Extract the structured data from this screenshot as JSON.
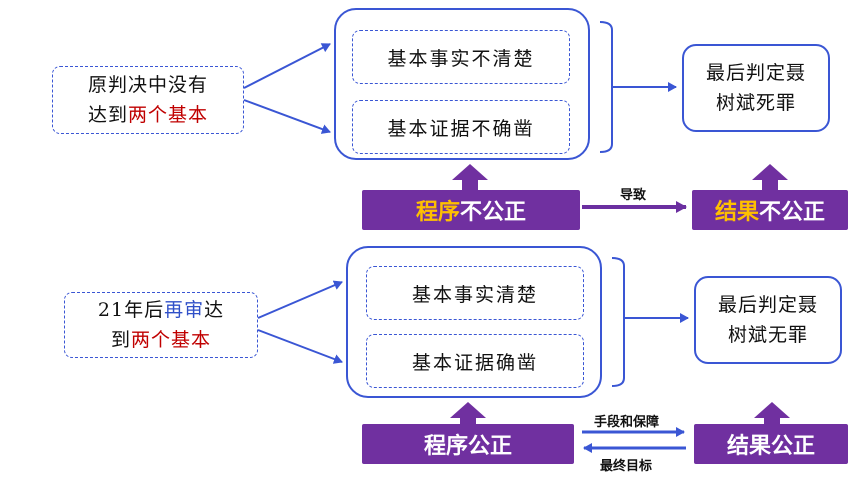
{
  "top": {
    "cause": {
      "line1": "原判决中没有",
      "line2_prefix": "达到",
      "line2_highlight": "两个基本"
    },
    "facts": [
      "基本事实不清楚",
      "基本证据不确凿"
    ],
    "result": {
      "line1": "最后判定聂",
      "line2": "树斌死罪"
    },
    "procedure": {
      "highlight": "程序",
      "rest": "不公正"
    },
    "outcome": {
      "highlight": "结果",
      "rest": "不公正"
    },
    "link_label": "导致"
  },
  "bottom": {
    "cause": {
      "line1_prefix": "21年后",
      "line1_highlight": "再审",
      "line1_suffix": "达",
      "line2_prefix": "到",
      "line2_highlight": "两个基本"
    },
    "facts": [
      "基本事实清楚",
      "基本证据确凿"
    ],
    "result": {
      "line1": "最后判定聂",
      "line2": "树斌无罪"
    },
    "procedure": "程序公正",
    "outcome": "结果公正",
    "forward_label": "手段和保障",
    "backward_label": "最终目标"
  },
  "colors": {
    "accent_blue": "#3a56d4",
    "purple": "#7030a0",
    "gold": "#ffc000",
    "red": "#c00000"
  }
}
